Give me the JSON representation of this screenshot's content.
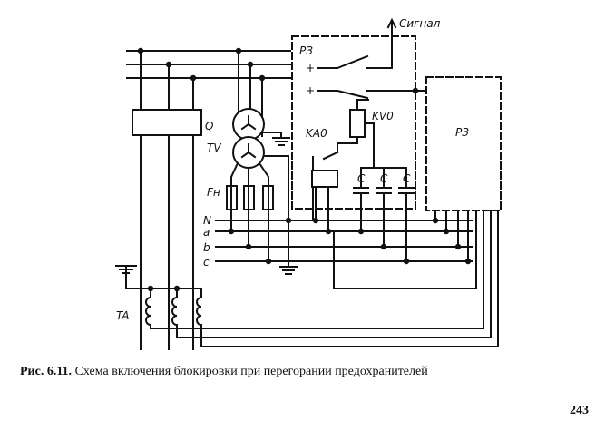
{
  "labels": {
    "signal": "Сигнал",
    "relay_protection_inner": "РЗ",
    "relay_protection_outer": "РЗ",
    "plus_top": "+",
    "plus_bottom": "+",
    "kvo": "KV0",
    "kao": "KA0",
    "breaker": "Q",
    "voltage_transformer": "TV",
    "fuses": "Fн",
    "bus_n": "N",
    "bus_a": "a",
    "bus_b": "b",
    "bus_c": "c",
    "current_transformers": "TA",
    "capacitor": "C"
  },
  "caption": {
    "number": "Рис. 6.11.",
    "text": " Схема включения блокировки при перегорании предохранителей"
  },
  "page_number": "243"
}
